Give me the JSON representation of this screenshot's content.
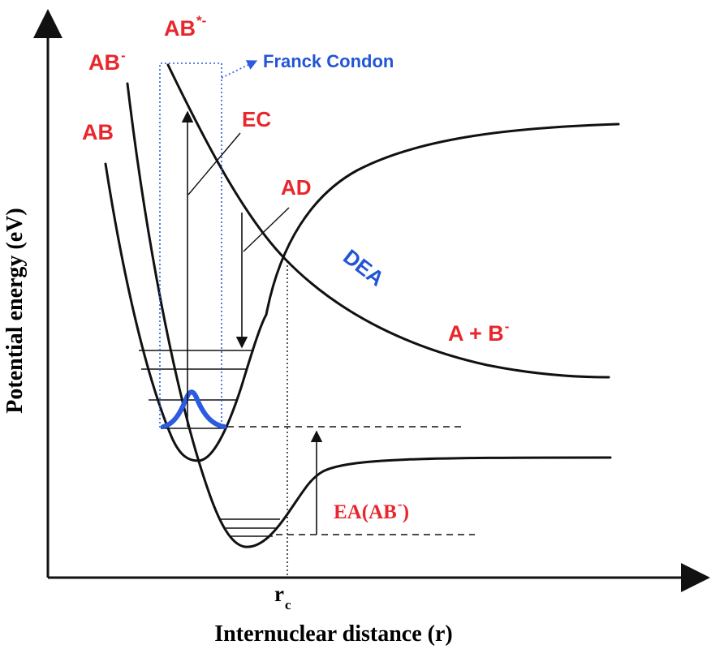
{
  "axes": {
    "x_label": "Internuclear distance (r)",
    "y_label": "Potential energy (eV)"
  },
  "curve_labels": {
    "ab": "AB",
    "ab_anion": {
      "base": "AB",
      "sup": "-"
    },
    "ab_excited_anion": {
      "base": "AB",
      "sup": "*-"
    },
    "a_plus_b": {
      "base": "A + B",
      "sup": "-"
    }
  },
  "annotations": {
    "franck_condon": "Franck Condon",
    "ec": "EC",
    "ad": "AD",
    "dea": "DEA",
    "rc": {
      "base": "r",
      "sub": "c"
    },
    "ea": {
      "prefix": "EA(",
      "base": "AB",
      "sup": "-",
      "suffix": ")"
    }
  },
  "colors": {
    "label_red": "#e8262b",
    "label_blue": "#2255d6",
    "curve_black": "#111111"
  }
}
